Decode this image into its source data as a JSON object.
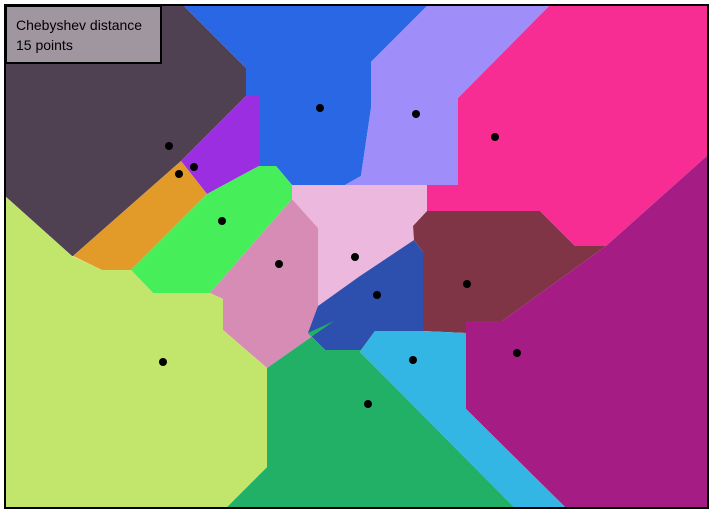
{
  "info": {
    "metric": "Chebyshev distance",
    "count_label": "15 points"
  },
  "cells": [
    {
      "name": "cell-dark-purple",
      "color": "#4f4152"
    },
    {
      "name": "cell-blue",
      "color": "#2967e5"
    },
    {
      "name": "cell-lavender",
      "color": "#9f8efa"
    },
    {
      "name": "cell-pink",
      "color": "#f72d94"
    },
    {
      "name": "cell-violet",
      "color": "#9a2ee0"
    },
    {
      "name": "cell-orange",
      "color": "#e29b29"
    },
    {
      "name": "cell-green",
      "color": "#46ef5a"
    },
    {
      "name": "cell-light-pink",
      "color": "#ecb8de"
    },
    {
      "name": "cell-mauve",
      "color": "#d78cb6"
    },
    {
      "name": "cell-royal-blue",
      "color": "#2d4fae"
    },
    {
      "name": "cell-maroon",
      "color": "#7f3546"
    },
    {
      "name": "cell-magenta",
      "color": "#a41c84"
    },
    {
      "name": "cell-sky-blue",
      "color": "#34b6e5"
    },
    {
      "name": "cell-teal-green",
      "color": "#22b066"
    },
    {
      "name": "cell-lime",
      "color": "#c2e66c"
    }
  ]
}
